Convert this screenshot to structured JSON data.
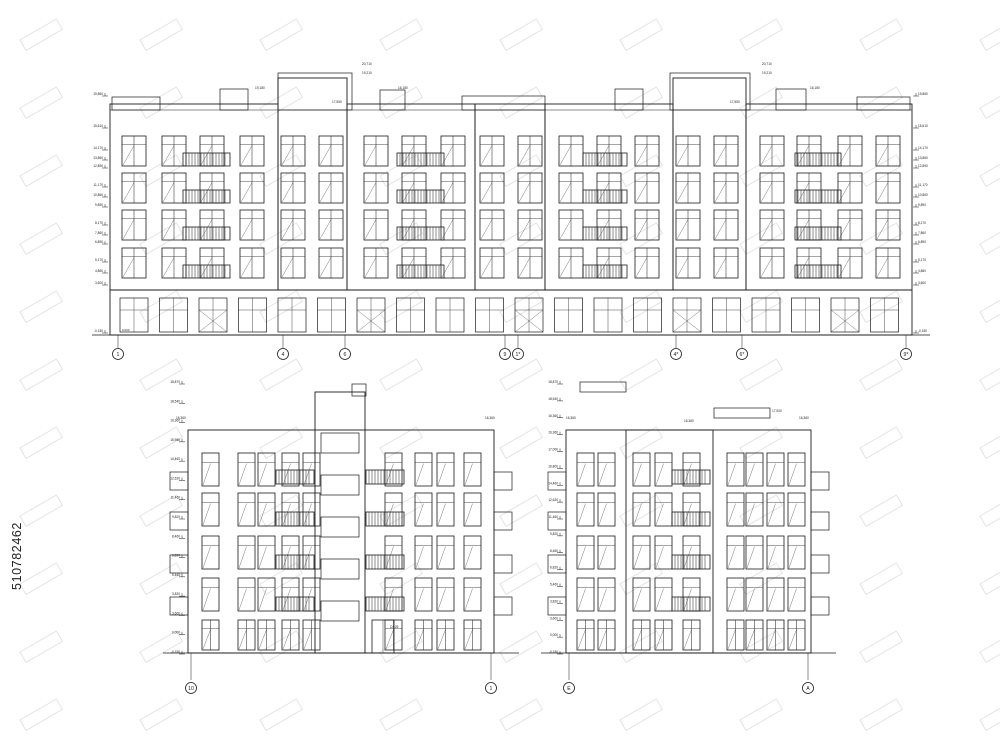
{
  "stock_id": "510782462",
  "elevations": {
    "main": {
      "axes": [
        "1",
        "4",
        "6",
        "9",
        "1*",
        "4*",
        "6*",
        "9*"
      ],
      "levels_left": [
        "19,860",
        "15,610",
        "14,170",
        "13,860",
        "12,890",
        "11,170",
        "10,860",
        "9,890",
        "8,170",
        "7,860",
        "6,890",
        "5,170",
        "4,860",
        "3,600",
        "-0,150"
      ],
      "levels_right": [
        "19,860",
        "15,610",
        "14,170",
        "13,860",
        "12,890",
        "11,170",
        "10,860",
        "9,890",
        "8,170",
        "7,860",
        "6,890",
        "5,170",
        "4,860",
        "3,600",
        "-0,150"
      ],
      "roof_marks": [
        "19,180",
        "20,710",
        "19,210",
        "17,550",
        "16,180",
        "17,550",
        "20,710",
        "19,210",
        "16,180"
      ],
      "level_zero": "0,000"
    },
    "side_left": {
      "axes": [
        "10",
        "1"
      ],
      "levels": [
        "18,870",
        "18,540",
        "16,360",
        "15,980",
        "14,460",
        "12,620",
        "11,460",
        "9,820",
        "8,460",
        "6,820",
        "5,460",
        "3,820",
        "3,600",
        "0,000",
        "-0,150"
      ],
      "roof_left": "16,360",
      "roof_right": "16,360",
      "entrance_label": "Ст-09"
    },
    "side_right": {
      "axes": [
        "E",
        "A"
      ],
      "levels": [
        "18,870",
        "18,540",
        "16,360",
        "16,360",
        "17,000",
        "16,800",
        "14,460",
        "12,620",
        "11,460",
        "9,820",
        "8,460",
        "6,820",
        "5,460",
        "3,820",
        "3,600",
        "0,000",
        "-0,150"
      ],
      "roof_left": "16,360",
      "roof_right": "16,360",
      "roof_top": "17,000",
      "roof_mid": "16,360"
    }
  },
  "colors": {
    "line": "#1a1a1a",
    "bg": "#ffffff",
    "watermark": "#e3e3e3"
  }
}
